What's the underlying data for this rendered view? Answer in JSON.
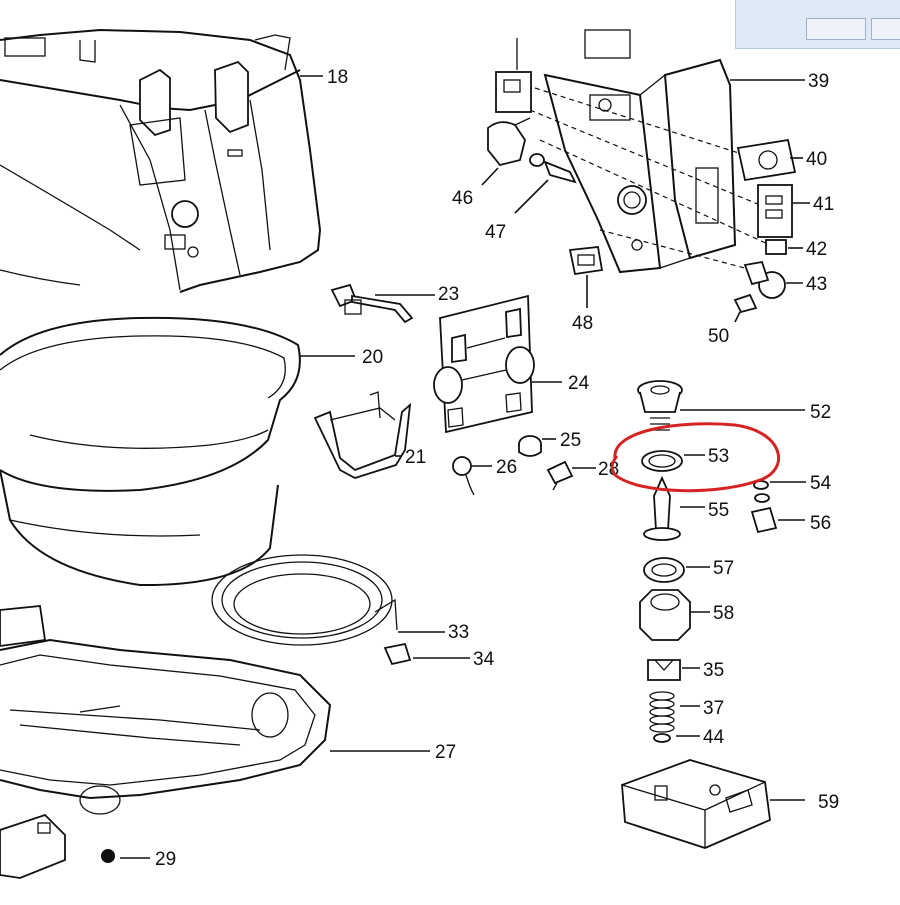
{
  "diagram": {
    "labels": [
      "18",
      "39",
      "40",
      "41",
      "42",
      "43",
      "46",
      "47",
      "48",
      "50",
      "23",
      "20",
      "24",
      "21",
      "25",
      "26",
      "28",
      "52",
      "53",
      "54",
      "55",
      "56",
      "57",
      "58",
      "35",
      "37",
      "44",
      "59",
      "33",
      "34",
      "27",
      "29"
    ],
    "highlight": {
      "part": "53",
      "color": "#d62222"
    }
  },
  "window": {
    "chrome_color": "#dfe9f5"
  }
}
